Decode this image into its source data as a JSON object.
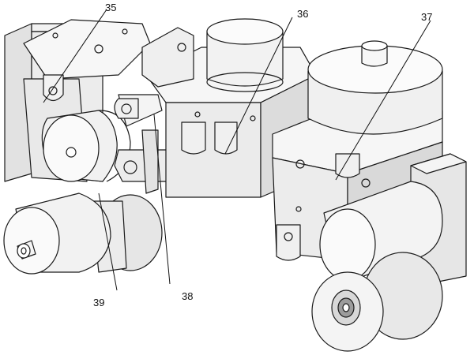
{
  "labels": {
    "l35": "35",
    "l36": "36",
    "l37": "37",
    "l38": "38",
    "l39": "39"
  },
  "colors": {
    "light": "#f4f4f4",
    "mid": "#d9d9d9",
    "dark": "#a9a9a9",
    "ink": "#1a1a1a"
  }
}
